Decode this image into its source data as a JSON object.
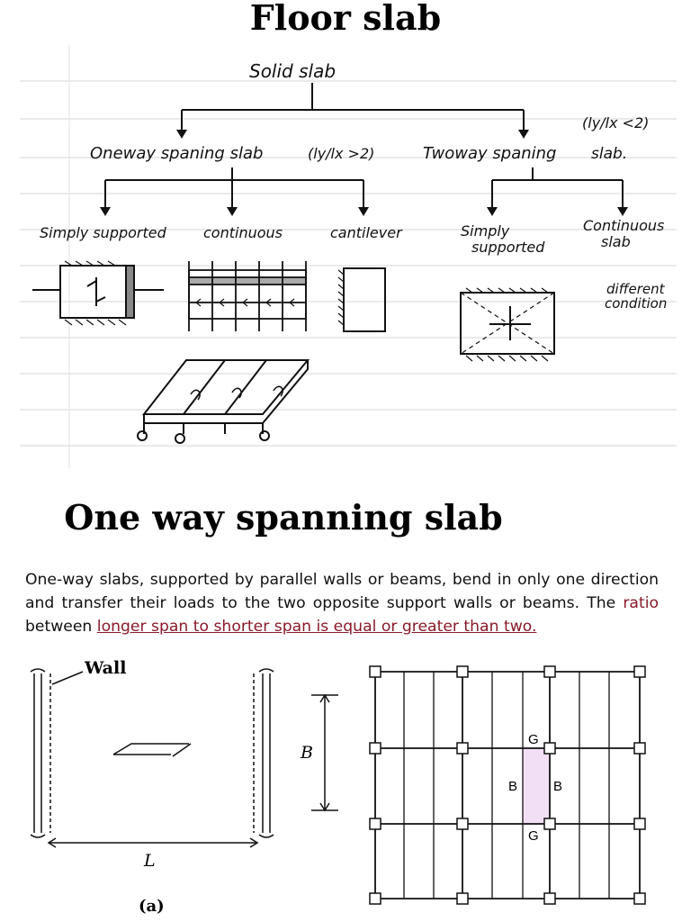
{
  "titles": {
    "floor_slab": "Floor slab",
    "one_way": "One way spanning slab"
  },
  "notes": {
    "root": "Solid slab",
    "oneway_branch": "Oneway spaning slab",
    "oneway_ratio": "(ly/lx >2)",
    "twoway_branch": "Twoway spaning",
    "twoway_ratio": "(ly/lx <2)",
    "twoway_slab_word": "slab.",
    "simply_supported": "Simply supported",
    "continuous": "continuous",
    "cantilever": "cantilever",
    "tw_simply": "Simply",
    "tw_supported": "supported",
    "tw_continuous": "Continuous",
    "tw_slab": "slab",
    "different": "different",
    "condition": "condition"
  },
  "paragraph": {
    "part1": "One-way slabs, supported by parallel walls or beams, bend in only one direction and transfer their loads to the two opposite support walls or beams. The ",
    "part2": "ratio",
    "part3": " between ",
    "part4": "longer span to shorter span is equal or greater than two."
  },
  "figure_a": {
    "wall_label": "Wall",
    "span_label": "L",
    "width_label": "B",
    "caption": "(a)"
  },
  "figure_b": {
    "top_label": "G",
    "bottom_label": "G",
    "left_label": "B",
    "right_label": "B",
    "highlight_color": "#f3dff5"
  }
}
